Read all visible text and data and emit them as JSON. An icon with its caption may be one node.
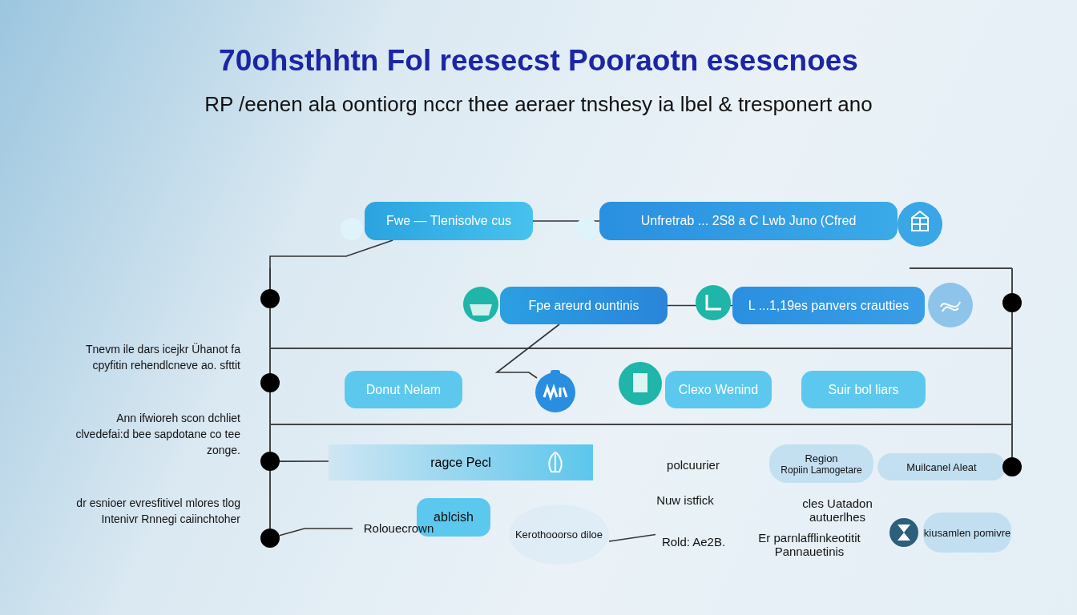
{
  "diagram": {
    "title": "70ohsthhtn Fol reesecst Pooraotn esescnoes",
    "caption": "RP /eenen ala oontiorg nccr thee aeraer tnshesy ia lbel & tresponert ano",
    "nodes": [
      {
        "text": [
          "Fwe — Tlenisolve cus"
        ]
      },
      {
        "text": [
          "Unfretrab ... 2S8 a C Lwb Juno (Cfred"
        ]
      },
      {
        "text": [
          "Fpe areurd ountinis"
        ]
      },
      {
        "text": [
          "L ...1,19es panvers crautties"
        ]
      },
      {
        "text": [],
        "shape": "picture"
      },
      {
        "text": [
          "Donut Nelam"
        ]
      },
      {
        "text": [
          "Clexo Wenind"
        ]
      },
      {
        "text": [
          "Suir bol liars"
        ]
      },
      {
        "text": [
          "ragce Pecl"
        ]
      },
      {
        "text": [
          "polcuurier"
        ]
      },
      {
        "text": [
          "Region",
          "Ropiin Lamogetare"
        ]
      },
      {
        "text": [
          "Muilcanel Aleat"
        ]
      },
      {
        "text": [
          "Nuw istfick"
        ]
      },
      {
        "text": [
          "cles Uatadon autuerlhes"
        ]
      },
      {
        "text": [
          "ablcish"
        ]
      },
      {
        "text": [
          "Rolouecrown"
        ]
      },
      {
        "text": [
          "Kerothooorso diloe"
        ]
      },
      {
        "text": [
          "Rold: Ae2B."
        ]
      },
      {
        "text": [
          "Er parnlafflinkeotitit Pannauetinis"
        ]
      },
      {
        "text": [
          "kiusamlen pomivre"
        ]
      },
      {
        "text": [],
        "shape": "circle"
      },
      {
        "text": [],
        "shape": "circle"
      },
      {
        "text": [],
        "shape": "circle"
      },
      {
        "text": [],
        "shape": "circle"
      },
      {
        "text": [],
        "shape": "circle"
      },
      {
        "text": [],
        "shape": "circle"
      }
    ],
    "edges": [
      {
        "from": 20,
        "to": 0,
        "arrow": "none"
      },
      {
        "from": 0,
        "to": 1,
        "arrow": "none"
      },
      {
        "from": 2,
        "to": 4,
        "arrow": "none"
      },
      {
        "from": 2,
        "to": 3,
        "arrow": "none"
      },
      {
        "from": 22,
        "to": 8,
        "arrow": "none"
      },
      {
        "from": 23,
        "to": 15,
        "arrow": "none"
      },
      {
        "from": 16,
        "to": 17,
        "arrow": "none"
      }
    ],
    "labels": [
      "Tnevm ile dars icejkr Ühanot fa cpyfitin rehendlcneve ao. sfttit",
      "Ann ifwioreh scon dchliet clvedefai:d bee sapdotane co tee zonge.",
      "dr esnioer evresfitivel mlores tlog Intenivr Rnnegi caiinchtoher"
    ]
  }
}
